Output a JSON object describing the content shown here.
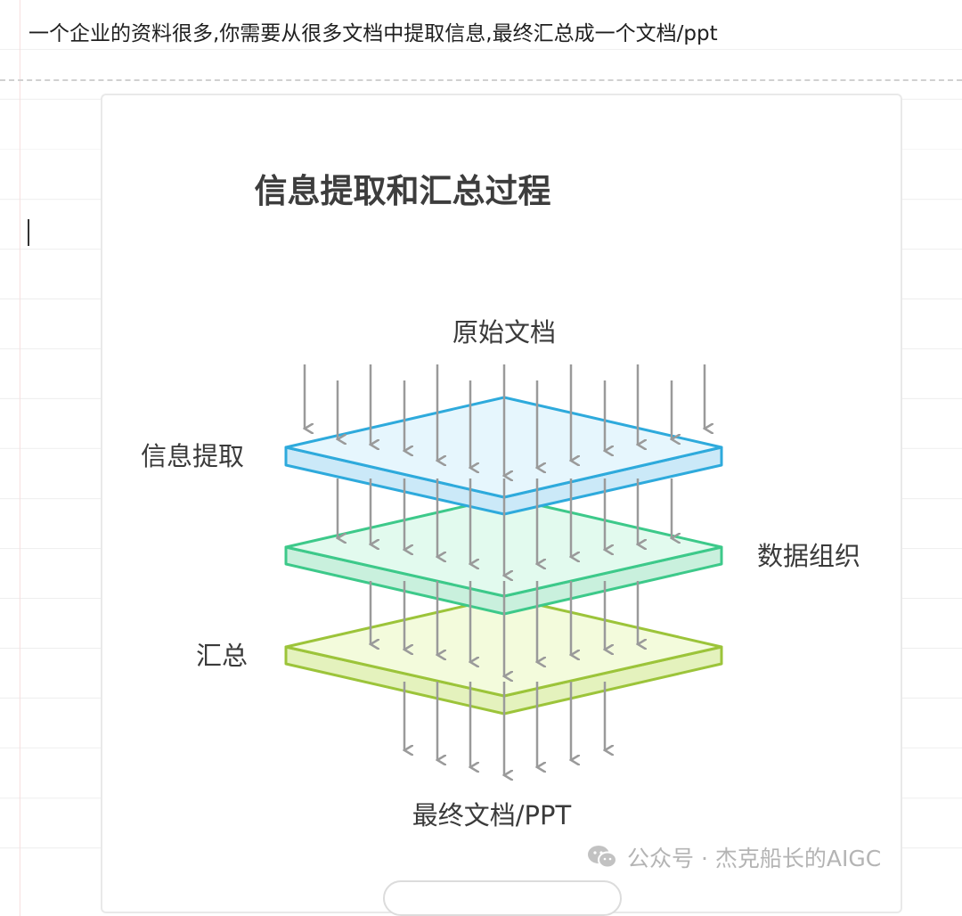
{
  "document": {
    "text": "一个企业的资料很多,你需要从很多文档中提取信息,最终汇总成一个文档/ppt"
  },
  "diagram": {
    "title": "信息提取和汇总过程",
    "labels": {
      "source": "原始文档",
      "extract": "信息提取",
      "organize": "数据组织",
      "summarize": "汇总",
      "output": "最终文档/PPT"
    },
    "layers": [
      {
        "name": "信息提取",
        "stroke": "#2eaadc",
        "fill": "#e6f6fd"
      },
      {
        "name": "数据组织",
        "stroke": "#3dc98a",
        "fill": "#e2faee"
      },
      {
        "name": "汇总",
        "stroke": "#9cc43a",
        "fill": "#f3fbdc"
      }
    ],
    "arrow_color": "#9a9a9a"
  },
  "watermark": {
    "text": "公众号 · 杰克船长的AIGC"
  }
}
